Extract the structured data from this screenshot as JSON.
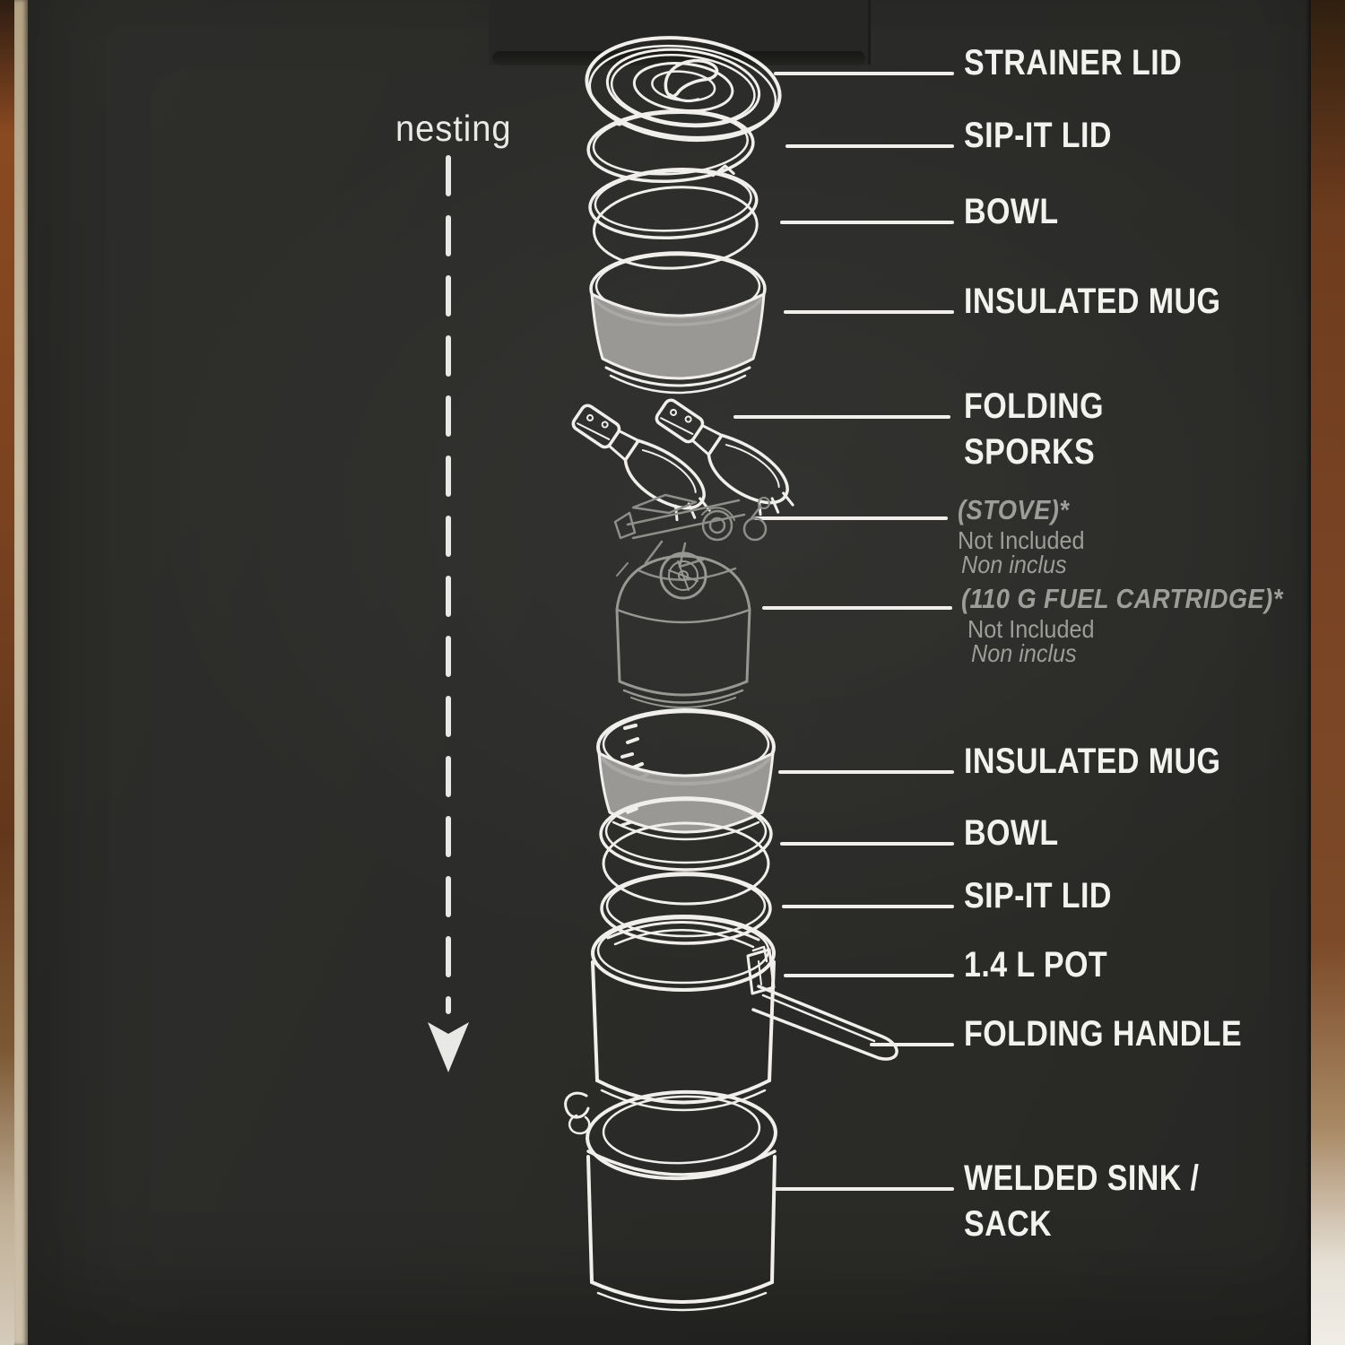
{
  "diagram": {
    "flow_label": "nesting",
    "items": [
      {
        "name": "strainer-lid",
        "label": "STRAINER LID",
        "included": true
      },
      {
        "name": "sip-it-lid",
        "label": "SIP-IT LID",
        "included": true
      },
      {
        "name": "bowl",
        "label": "BOWL",
        "included": true
      },
      {
        "name": "insulated-mug",
        "label": "INSULATED MUG",
        "included": true
      },
      {
        "name": "folding-sporks",
        "label_line1": "FOLDING",
        "label_line2": "SPORKS",
        "included": true
      },
      {
        "name": "stove",
        "label": "(STOVE)*",
        "note_en": "Not Included",
        "note_fr": "Non inclus",
        "included": false
      },
      {
        "name": "fuel-cartridge",
        "label": "(110 G FUEL CARTRIDGE)*",
        "note_en": "Not Included",
        "note_fr": "Non inclus",
        "included": false
      },
      {
        "name": "insulated-mug-nested",
        "label": "INSULATED MUG",
        "included": true
      },
      {
        "name": "bowl-nested",
        "label": "BOWL",
        "included": true
      },
      {
        "name": "sip-it-lid-nested",
        "label": "SIP-IT LID",
        "included": true
      },
      {
        "name": "pot",
        "label": "1.4 L POT",
        "included": true
      },
      {
        "name": "folding-handle",
        "label": "FOLDING HANDLE",
        "included": true
      },
      {
        "name": "welded-sink-sack",
        "label_line1": "WELDED SINK /",
        "label_line2": "SACK",
        "included": true
      }
    ],
    "colors": {
      "box_face": "#2b2b29",
      "label_text": "#f2f2ef",
      "muted_text": "#9d9d99",
      "line_art": "#f0efec",
      "muted_art": "#8e8e8a",
      "mug_band_fill": "#a3a29e",
      "wood_edge": "#7a4525"
    }
  }
}
